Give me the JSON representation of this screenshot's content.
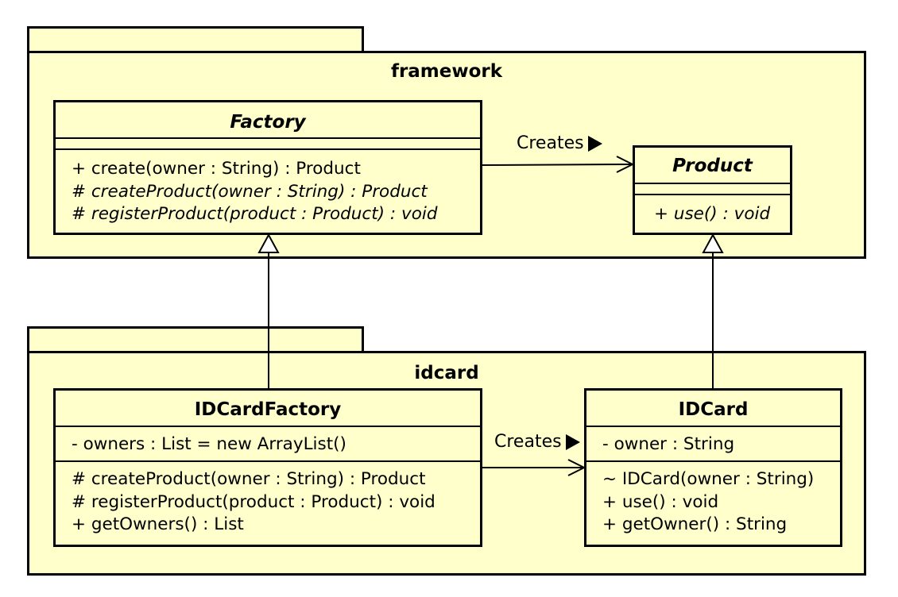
{
  "packages": {
    "framework": {
      "name": "framework"
    },
    "idcard": {
      "name": "idcard"
    }
  },
  "classes": {
    "factory": {
      "name": "Factory",
      "abstract": true,
      "attributes": [],
      "operations": [
        "+ create(owner : String) : Product",
        "# createProduct(owner : String) : Product",
        "# registerProduct(product : Product) : void"
      ]
    },
    "product": {
      "name": "Product",
      "abstract": true,
      "attributes": [],
      "operations": [
        "+ use() : void"
      ]
    },
    "idcardfactory": {
      "name": "IDCardFactory",
      "abstract": false,
      "attributes": [
        "- owners : List = new ArrayList()"
      ],
      "operations": [
        "# createProduct(owner : String) : Product",
        "# registerProduct(product : Product) : void",
        "+ getOwners() : List"
      ]
    },
    "idcard": {
      "name": "IDCard",
      "abstract": false,
      "attributes": [
        "- owner : String"
      ],
      "operations": [
        "~ IDCard(owner : String)",
        "+ use() : void",
        "+ getOwner() : String"
      ]
    }
  },
  "relationships": {
    "factory_creates_product": {
      "type": "association",
      "label": "Creates"
    },
    "idcardfactory_creates_idcard": {
      "type": "association",
      "label": "Creates"
    },
    "idcardfactory_extends_factory": {
      "type": "generalization"
    },
    "idcard_extends_product": {
      "type": "generalization"
    }
  },
  "colors": {
    "fill": "#ffffcc",
    "stroke": "#000000"
  }
}
